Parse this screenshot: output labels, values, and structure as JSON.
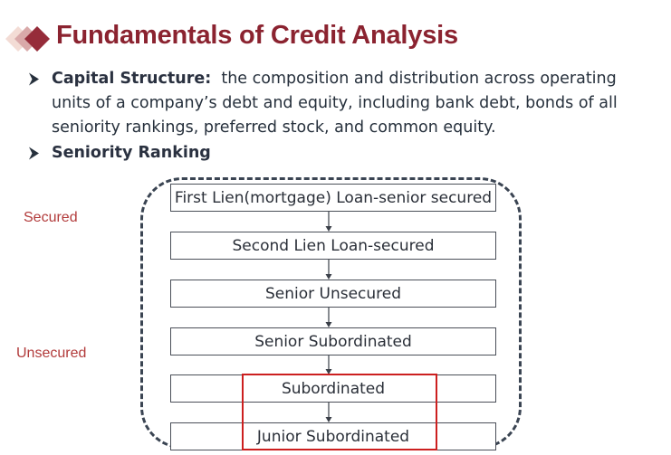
{
  "title": "Fundamentals of Credit Analysis",
  "bullets": [
    {
      "term": "Capital Structure:",
      "text": "the composition and distribution across operating units of a company’s debt and equity, including bank debt, bonds of all seniority rankings, preferred stock, and common equity."
    },
    {
      "term": "Seniority Ranking",
      "text": ""
    }
  ],
  "diagram": {
    "side_labels": {
      "secured": "Secured",
      "unsecured": "Unsecured"
    },
    "ranks": [
      "First Lien(mortgage) Loan-senior secured",
      "Second Lien Loan-secured",
      "Senior Unsecured",
      "Senior Subordinated",
      "Subordinated",
      "Junior Subordinated"
    ]
  },
  "colors": {
    "title": "#8b2330",
    "side_label": "#b23b3b",
    "highlight_border": "#cc1f1f",
    "frame": "#3a4452"
  }
}
